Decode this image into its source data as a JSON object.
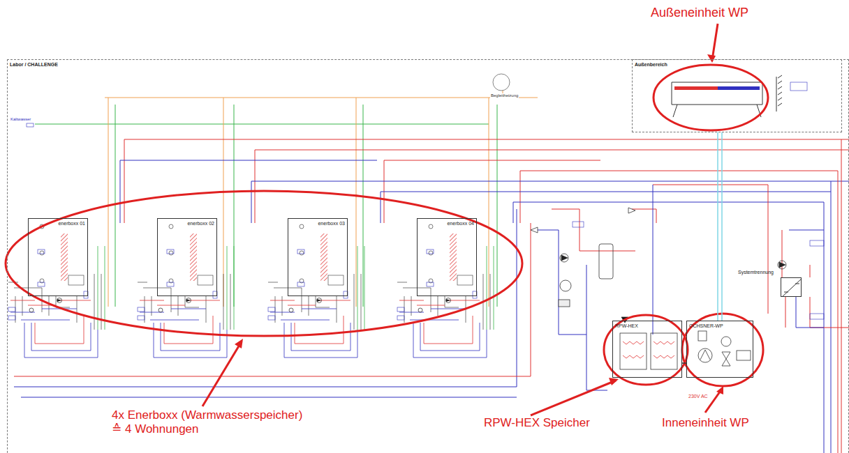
{
  "diagram": {
    "nodes": [
      {
        "text": [
          "Labor / CHALLENGE"
        ]
      },
      {
        "text": [
          "Außenbereich"
        ]
      },
      {
        "text": [
          "enerboxx 01"
        ],
        "in": 0
      },
      {
        "text": [
          "enerboxx 02"
        ],
        "in": 0
      },
      {
        "text": [
          "enerboxx 03"
        ],
        "in": 0
      },
      {
        "text": [
          "enerboxx 04"
        ],
        "in": 0
      },
      {
        "text": [
          "RPW-HEX"
        ],
        "in": 0
      },
      {
        "text": [
          "OCHSNER-WP"
        ],
        "in": 0
      },
      {
        "text": [
          "Systemtrennung"
        ],
        "in": 0
      }
    ],
    "edges": [
      {
        "from": 7,
        "to": 1,
        "arrow": "none"
      },
      {
        "from": 6,
        "to": 7,
        "arrow": "none"
      }
    ],
    "labels": [
      "Außeneinheit WP",
      "4x Enerboxx (Warmwasserspeicher) ≙ 4 Wohnungen",
      "RPW-HEX Speicher",
      "Inneneinheit WP",
      "Kaltwasser",
      "Begleitheizung",
      "230V AC"
    ]
  }
}
